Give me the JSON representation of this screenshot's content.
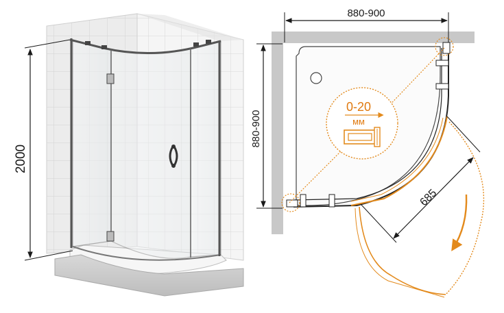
{
  "left_view": {
    "height_label": "2000"
  },
  "plan_view": {
    "width_label": "880-900",
    "depth_label": "880-900",
    "door_label": "685",
    "adjust_range": "0-20",
    "adjust_unit": "мм"
  },
  "colors": {
    "accent_orange": "#e38a1c",
    "wall_gray": "#c8c8c8",
    "line_dark": "#222222",
    "tile_light": "#eeeeee"
  }
}
